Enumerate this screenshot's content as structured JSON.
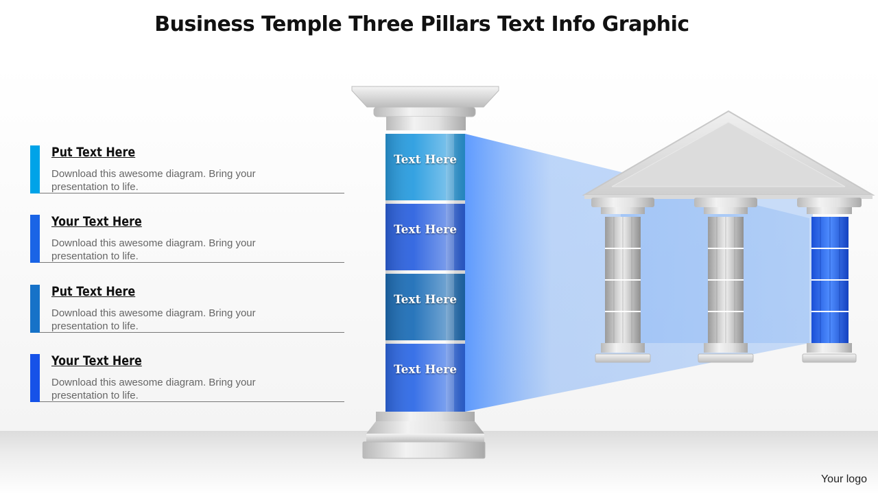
{
  "title": "Business Temple Three Pillars Text Info Graphic",
  "items": [
    {
      "heading": "Put Text Here",
      "description": "Download this awesome diagram. Bring your presentation to life.",
      "color": "#00a3e8"
    },
    {
      "heading": "Your Text Here",
      "description": "Download this awesome diagram. Bring your presentation to life.",
      "color": "#1a64e6"
    },
    {
      "heading": "Put Text Here",
      "description": "Download this awesome diagram. Bring your presentation to life.",
      "color": "#1672c8"
    },
    {
      "heading": "Your Text Here",
      "description": "Download this awesome diagram. Bring your presentation to life.",
      "color": "#1652e8"
    }
  ],
  "pillar_segments": [
    {
      "label": "Text Here",
      "color": "#2a9de0"
    },
    {
      "label": "Text Here",
      "color": "#2d63e0"
    },
    {
      "label": "Text Here",
      "color": "#1e6fb8"
    },
    {
      "label": "Text Here",
      "color": "#2f6ae6"
    }
  ],
  "temple": {
    "highlighted_column": 3,
    "column_count": 3
  },
  "logo_text": "Your logo"
}
